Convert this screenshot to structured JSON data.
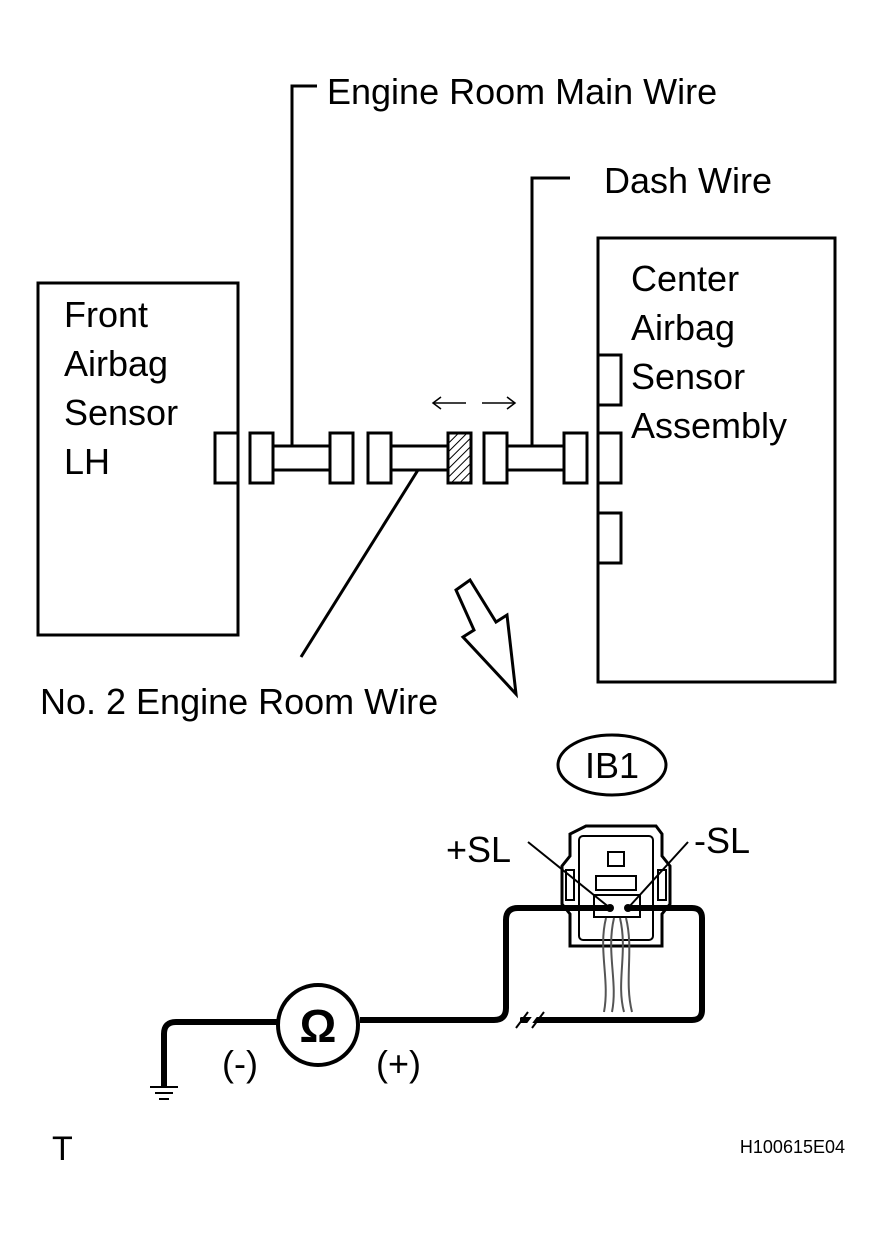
{
  "labels": {
    "engine_room_main_wire": "Engine Room Main Wire",
    "dash_wire": "Dash Wire",
    "front_airbag_sensor": [
      "Front",
      "Airbag",
      "Sensor",
      "LH"
    ],
    "center_airbag_sensor": [
      "Center",
      "Airbag",
      "Sensor",
      "Assembly"
    ],
    "no2_engine_room_wire": "No. 2 Engine Room Wire"
  },
  "connector": {
    "id": "IB1",
    "pin_plus": "+SL",
    "pin_minus": "-SL"
  },
  "meter": {
    "symbol": "Ω",
    "negative": "(-)",
    "positive": "(+)"
  },
  "footer": {
    "corner_mark": "T",
    "figure_code": "H100615E04"
  }
}
